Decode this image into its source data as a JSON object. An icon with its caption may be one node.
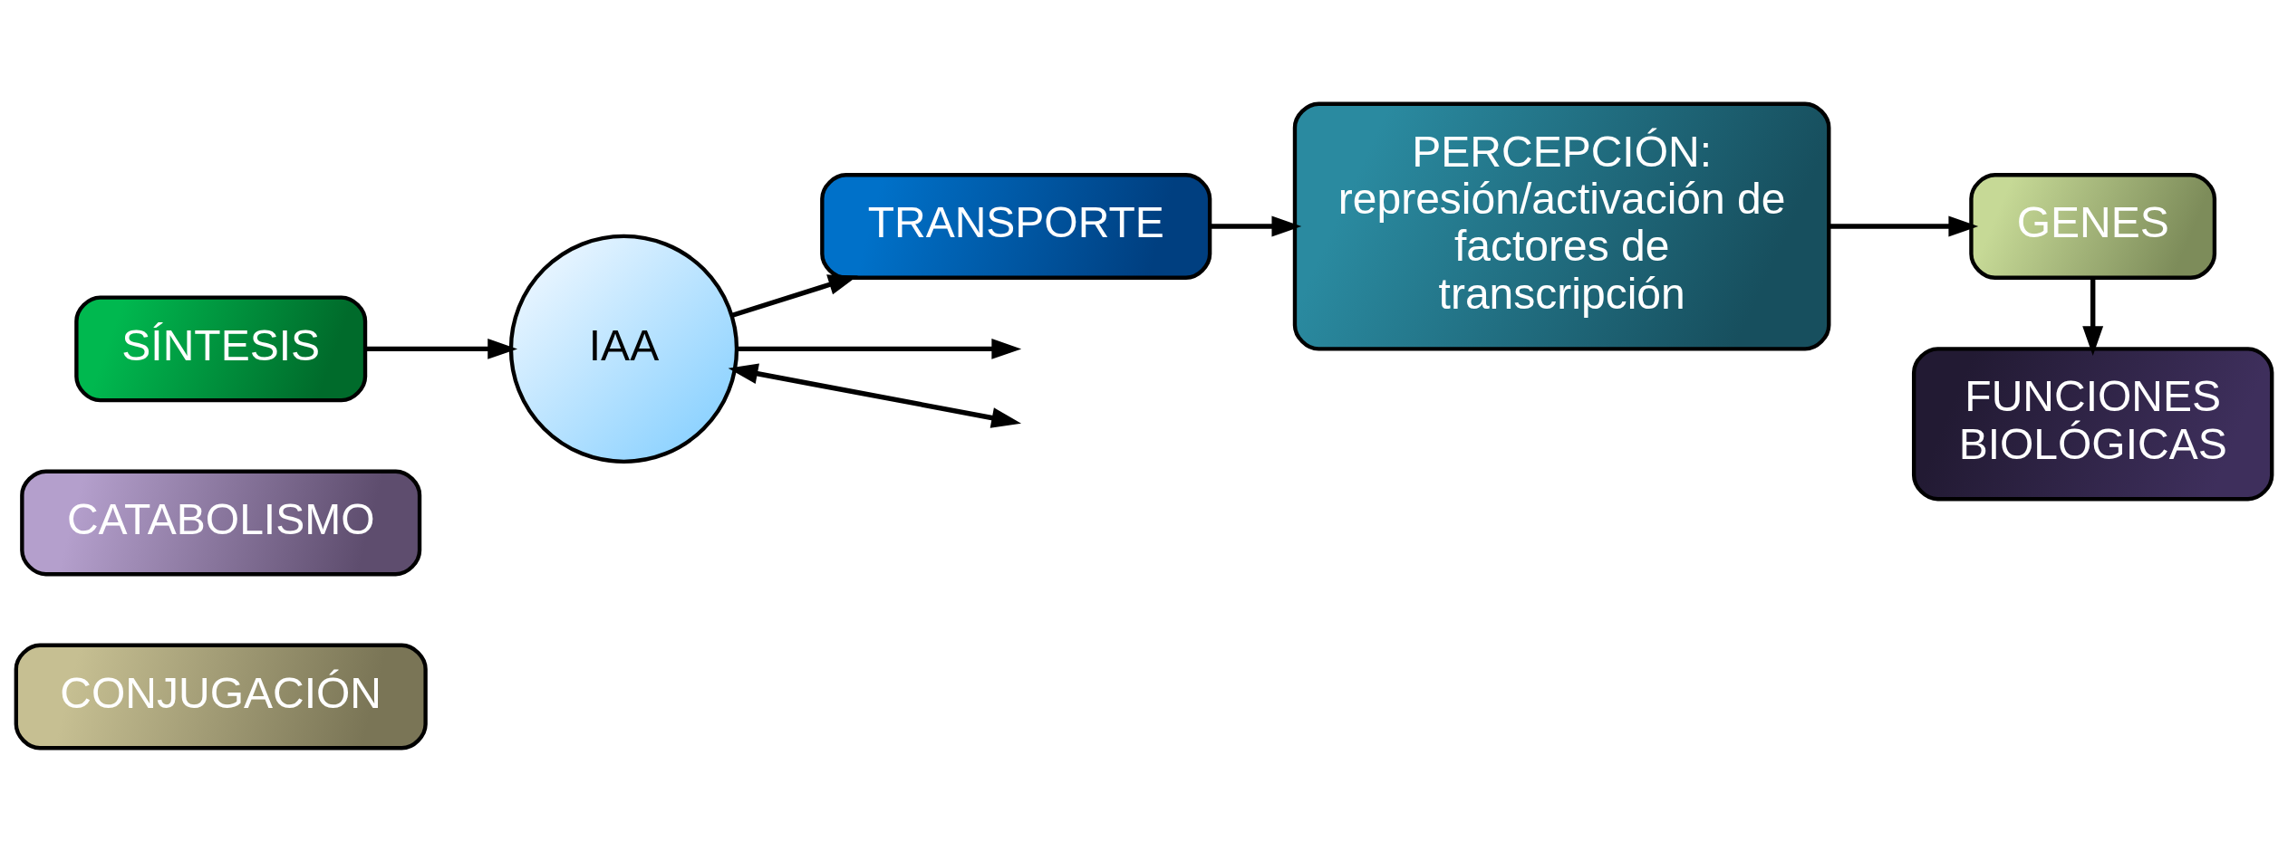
{
  "diagram": {
    "nodes": [
      {
        "text": [
          "CATABOLISMO"
        ]
      },
      {
        "text": [
          "CONJUGACIÓN"
        ]
      },
      {
        "text": [
          "SÍNTESIS"
        ]
      },
      {
        "text": [
          "IAA"
        ]
      },
      {
        "text": [
          "TRANSPORTE"
        ]
      },
      {
        "text": [
          "PERCEPCIÓN: represión/activación de factores de transcripción"
        ]
      },
      {
        "text": [
          "GENES"
        ]
      },
      {
        "text": [
          "FUNCIONES BIOLÓGICAS"
        ]
      }
    ],
    "edges": [
      {
        "from": 3,
        "to": null,
        "arrow": "to"
      },
      {
        "from": 3,
        "to": null,
        "arrow": "both"
      },
      {
        "from": 2,
        "to": 3,
        "arrow": "to"
      },
      {
        "from": 3,
        "to": 4,
        "arrow": "to"
      },
      {
        "from": 4,
        "to": 5,
        "arrow": "to"
      },
      {
        "from": 5,
        "to": 6,
        "arrow": "to"
      },
      {
        "from": 6,
        "to": 7,
        "arrow": "to"
      }
    ]
  }
}
